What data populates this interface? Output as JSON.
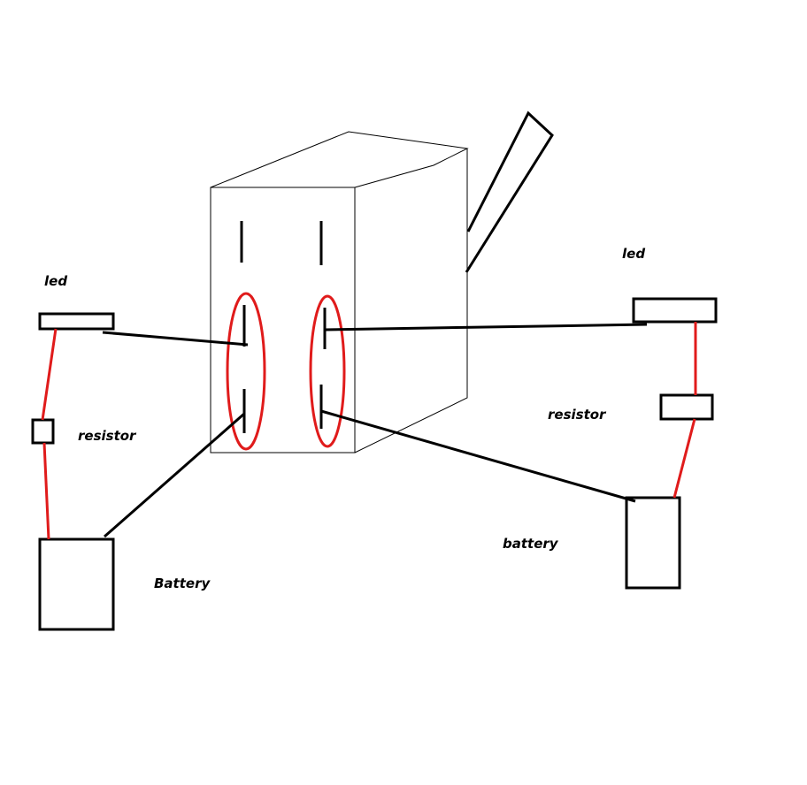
{
  "labels": {
    "left_led": "led",
    "left_resistor": "resistor",
    "left_battery": "Battery",
    "right_led": "led",
    "right_resistor": "resistor",
    "right_battery": "battery"
  },
  "colors": {
    "wire_black": "#000000",
    "wire_red": "#e01b1b",
    "highlight": "#e01b1b",
    "outline": "#000000"
  }
}
